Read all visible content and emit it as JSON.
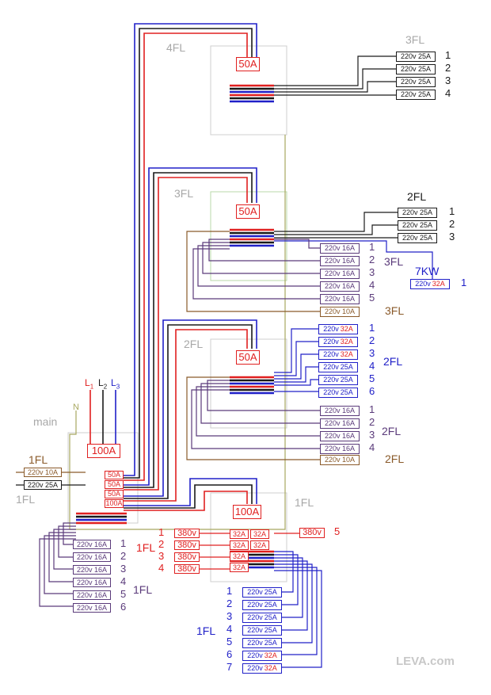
{
  "colors": {
    "red": "#e02020",
    "blue": "#2020c8",
    "black": "#1a1a1a",
    "brown": "#8a5a2a",
    "purple": "#5a3a7a",
    "olive": "#a8a860",
    "grey_text": "#a8a8a8",
    "box_border": "#cfcfcf"
  },
  "labels": {
    "fl4": "4FL",
    "fl3_top": "3FL",
    "fl3_panel": "3FL",
    "fl2_panel": "2FL",
    "main": "main",
    "n": "N",
    "l1": "L",
    "l2": "L",
    "l3": "L",
    "s1": "1",
    "s2": "2",
    "s3": "3",
    "fl1_main_label": "1FL",
    "fl1_main_label2": "1FL",
    "fl1_sub": "1FL",
    "fl2_top": "2FL",
    "fl3_tag": "3FL",
    "kw7": "7KW",
    "fl3_brown": "3FL",
    "fl2_blue": "2FL",
    "fl2_purple": "2FL",
    "fl2_brown": "2FL",
    "fl1_purple": "1FL",
    "fl1_red": "1FL",
    "fl1_blue": "1FL",
    "watermark": "LEVA.com"
  },
  "main_breakers": [
    "100A",
    "50A",
    "50A",
    "50A",
    "100A"
  ],
  "panel_breakers": {
    "p4": "50A",
    "p3": "50A",
    "p2": "50A",
    "p1": "100A"
  },
  "fl3_outputs": [
    {
      "label": "220v 25A",
      "num": "1"
    },
    {
      "label": "220v 25A",
      "num": "2"
    },
    {
      "label": "220v 25A",
      "num": "3"
    },
    {
      "label": "220v 25A",
      "num": "4"
    }
  ],
  "fl2_outputs": [
    {
      "label": "220v 25A",
      "num": "1"
    },
    {
      "label": "220v 25A",
      "num": "2"
    },
    {
      "label": "220v 25A",
      "num": "3"
    }
  ],
  "fl3_purple": [
    {
      "label": "220v 16A",
      "num": "1"
    },
    {
      "label": "220v 16A",
      "num": "2"
    },
    {
      "label": "220v 16A",
      "num": "3"
    },
    {
      "label": "220v 16A",
      "num": "4"
    },
    {
      "label": "220v 16A",
      "num": "5"
    }
  ],
  "fl3_brown_out": {
    "label": "220v 10A",
    "num": ""
  },
  "kw7_out": {
    "v": "220v",
    "a": "32A",
    "num": "1"
  },
  "fl2_blue": [
    {
      "v": "220v",
      "a": "32A",
      "num": "1"
    },
    {
      "v": "220v",
      "a": "32A",
      "num": "2"
    },
    {
      "v": "220v",
      "a": "32A",
      "num": "3"
    },
    {
      "v": "220v",
      "a": "25A",
      "num": "4"
    },
    {
      "v": "220v",
      "a": "25A",
      "num": "5"
    },
    {
      "v": "220v",
      "a": "25A",
      "num": "6"
    }
  ],
  "fl2_purple_out": [
    {
      "label": "220v 16A",
      "num": "1"
    },
    {
      "label": "220v 16A",
      "num": "2"
    },
    {
      "label": "220v 16A",
      "num": "3"
    },
    {
      "label": "220v 16A",
      "num": "4"
    }
  ],
  "fl2_brown_out": {
    "label": "220v 10A",
    "num": ""
  },
  "main_left": [
    {
      "label": "220v 10A"
    },
    {
      "label": "220v 25A"
    }
  ],
  "main_purple": [
    {
      "label": "220v 16A",
      "num": "1"
    },
    {
      "label": "220v 16A",
      "num": "2"
    },
    {
      "label": "220v 16A",
      "num": "3"
    },
    {
      "label": "220v 16A",
      "num": "4"
    },
    {
      "label": "220v 16A",
      "num": "5"
    },
    {
      "label": "220v 16A",
      "num": "6"
    }
  ],
  "fl1_red_out": [
    {
      "num": "1",
      "label": "380v"
    },
    {
      "num": "2",
      "label": "380v"
    },
    {
      "num": "3",
      "label": "380v"
    },
    {
      "num": "4",
      "label": "380v"
    }
  ],
  "fl1_red_right": {
    "label": "380v",
    "num": "5"
  },
  "fl1_breakers": [
    "32A",
    "32A",
    "32A",
    "32A",
    "32A",
    "32A"
  ],
  "fl1_blue_out": [
    {
      "num": "1",
      "v": "220v",
      "a": "25A"
    },
    {
      "num": "2",
      "v": "220v",
      "a": "25A"
    },
    {
      "num": "3",
      "v": "220v",
      "a": "25A"
    },
    {
      "num": "4",
      "v": "220v",
      "a": "25A"
    },
    {
      "num": "5",
      "v": "220v",
      "a": "25A"
    },
    {
      "num": "6",
      "v": "220v",
      "a": "32A"
    },
    {
      "num": "7",
      "v": "220v",
      "a": "32A"
    }
  ]
}
